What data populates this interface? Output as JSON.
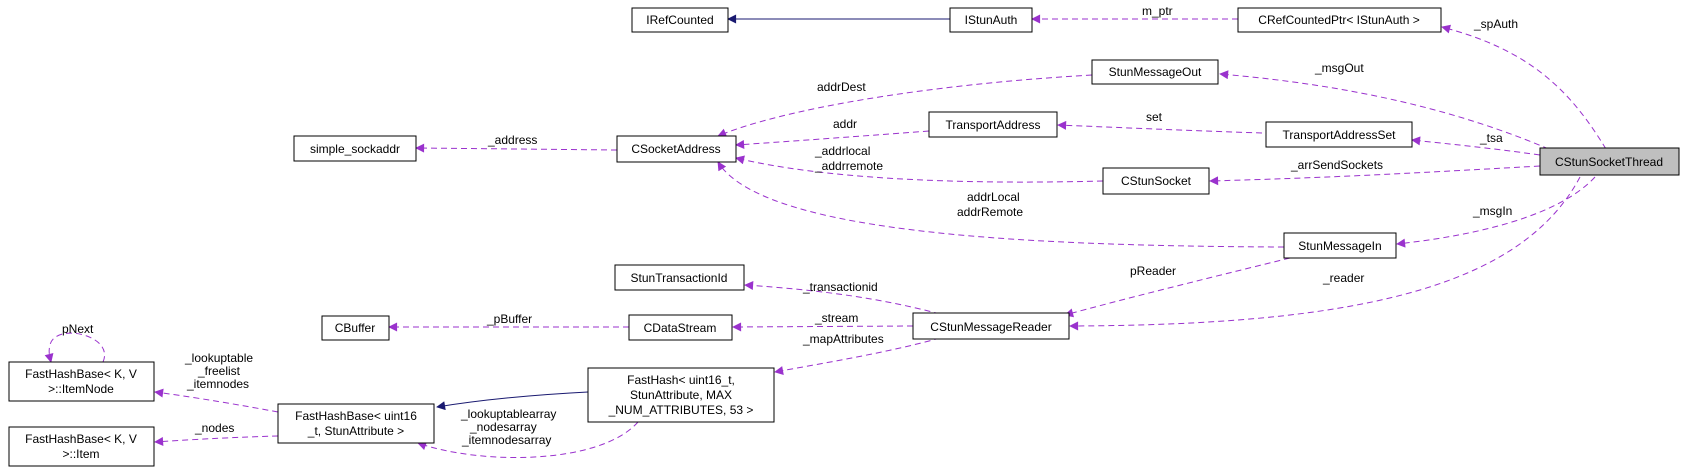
{
  "nodes": {
    "irefcounted": "IRefCounted",
    "istunauth": "IStunAuth",
    "crefcountedptr": "CRefCountedPtr< IStunAuth >",
    "stunmessageout": "StunMessageOut",
    "simple_sockaddr": "simple_sockaddr",
    "csocketaddress": "CSocketAddress",
    "transportaddress": "TransportAddress",
    "transportaddressset": "TransportAddressSet",
    "cstunsocketthread": "CStunSocketThread",
    "cstunsocket": "CStunSocket",
    "stunmessagein": "StunMessageIn",
    "stuntransactionid": "StunTransactionId",
    "cbuffer": "CBuffer",
    "cdatastream": "CDataStream",
    "cstunmessagereader": "CStunMessageReader",
    "fhb_itemnode": [
      "FastHashBase< K, V",
      ">::ItemNode"
    ],
    "fhb_uint16": [
      "FastHashBase< uint16",
      "_t, StunAttribute >"
    ],
    "fasthash": [
      "FastHash< uint16_t,",
      "StunAttribute, MAX",
      "_NUM_ATTRIBUTES, 53 >"
    ],
    "fhb_item": [
      "FastHashBase< K, V",
      ">::Item"
    ]
  },
  "edge_labels": {
    "m_ptr": "m_ptr",
    "spAuth": "_spAuth",
    "msgOut": "_msgOut",
    "addrDest": "addrDest",
    "address": "_address",
    "addr": "addr",
    "set": "set",
    "tsa": "_tsa",
    "addrlocal_remote": [
      "_addrlocal",
      "_addrremote"
    ],
    "arrSendSockets": "_arrSendSockets",
    "addrLocal_Remote": [
      "addrLocal",
      "addrRemote"
    ],
    "msgIn": "_msgIn",
    "pNext": "pNext",
    "transactionid": "_transactionid",
    "pReader": "pReader",
    "reader": "_reader",
    "pBuffer": "_pBuffer",
    "stream": "_stream",
    "mapAttributes": "_mapAttributes",
    "lookuptable": [
      "_lookuptable",
      "_freelist",
      "_itemnodes"
    ],
    "nodes": "_nodes",
    "lookuptablearray": [
      "_lookuptablearray",
      "_nodesarray",
      "_itemnodesarray"
    ]
  },
  "colors": {
    "usage_edge": "#9a32cd",
    "inherit_edge": "#191970",
    "highlight_node": "#bfbfbf"
  }
}
